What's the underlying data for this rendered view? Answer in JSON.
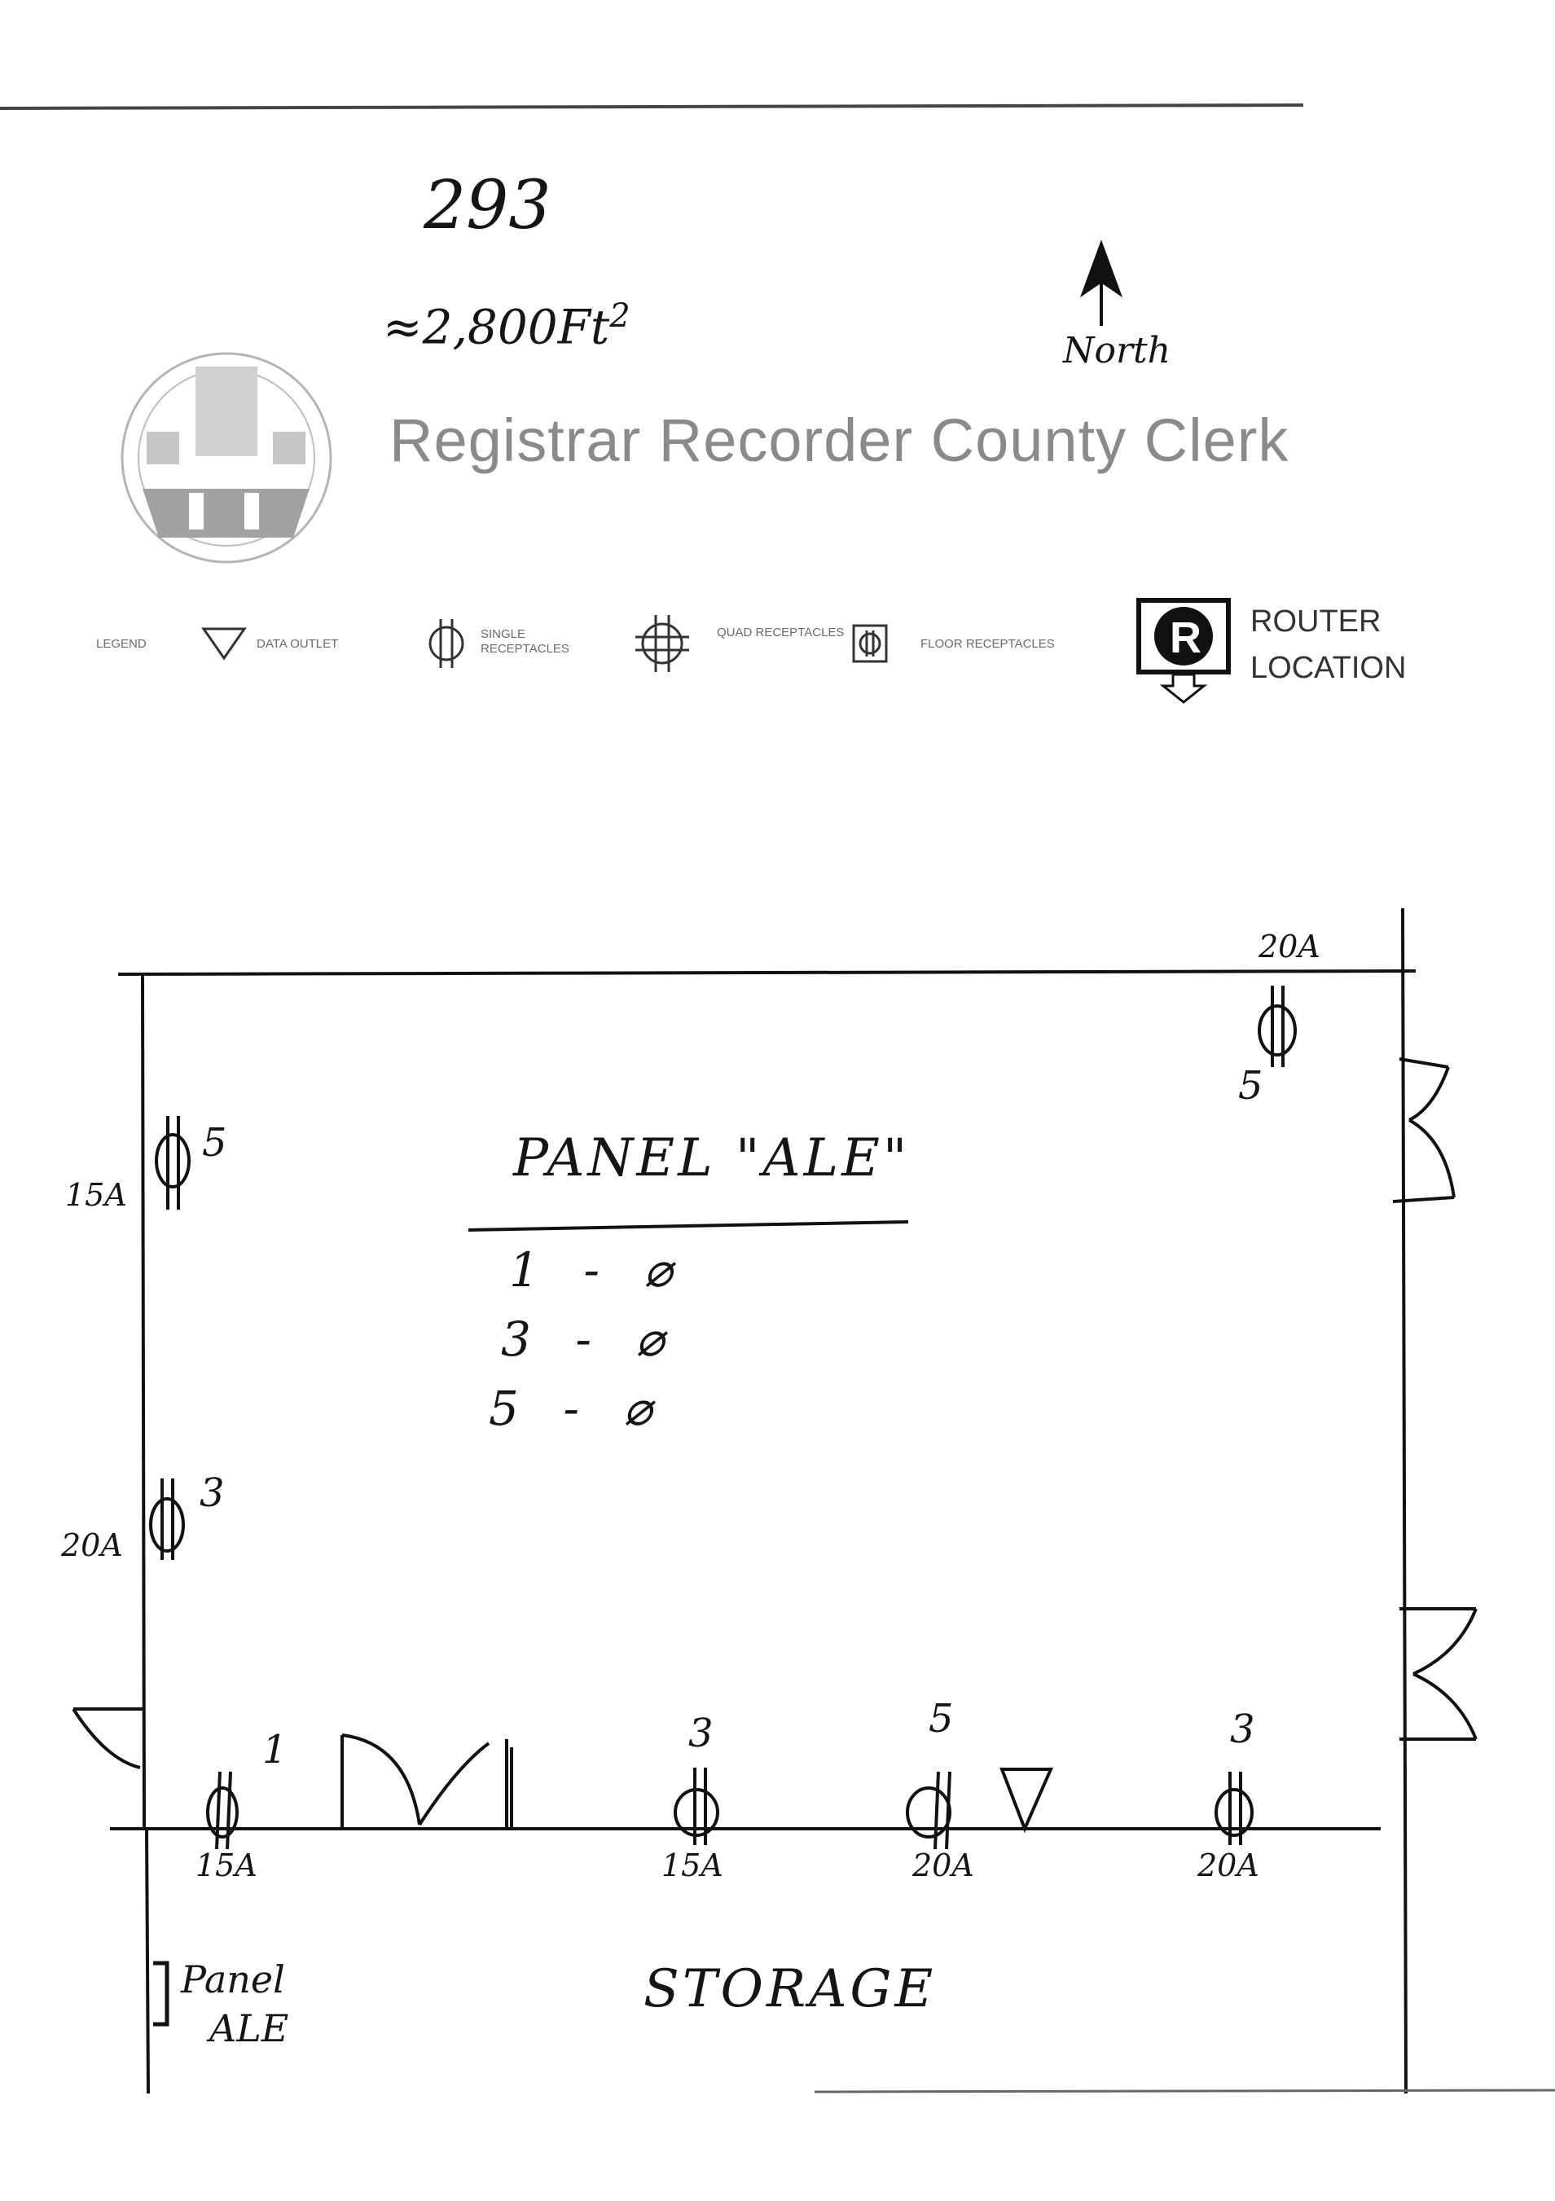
{
  "header": {
    "number": "293",
    "area": "≈2,800Ft",
    "area_sup": "2",
    "north_label": "North",
    "title": "Registrar Recorder County Clerk"
  },
  "legend": {
    "label": "LEGEND",
    "items": [
      {
        "icon": "data-outlet-triangle-icon",
        "label": "DATA OUTLET"
      },
      {
        "icon": "single-receptacle-icon",
        "label": "SINGLE RECEPTACLES"
      },
      {
        "icon": "quad-receptacle-icon",
        "label": "QUAD RECEPTACLES"
      },
      {
        "icon": "floor-receptacle-icon",
        "label": "FLOOR RECEPTACLES"
      },
      {
        "icon": "router-r-icon",
        "label": "ROUTER LOCATION"
      }
    ],
    "router_letter": "R"
  },
  "panel_note": {
    "title": "PANEL \"ALE\"",
    "rows": [
      "1 - ⌀",
      "3 - ⌀",
      "5 - ⌀"
    ]
  },
  "receptacles": {
    "left_top": {
      "amp": "15A",
      "circuit": "5"
    },
    "left_mid": {
      "amp": "20A",
      "circuit": "3"
    },
    "top_right": {
      "amp": "20A",
      "circuit": "5"
    },
    "bottom_1": {
      "amp": "15A",
      "circuit": "1"
    },
    "bottom_2": {
      "amp": "15A",
      "circuit": "3"
    },
    "bottom_3": {
      "amp": "20A",
      "circuit": "5"
    },
    "bottom_4": {
      "amp": "20A",
      "circuit": "3"
    }
  },
  "panel_marker": {
    "line1": "Panel",
    "line2": "ALE"
  },
  "storage_label": "STORAGE"
}
